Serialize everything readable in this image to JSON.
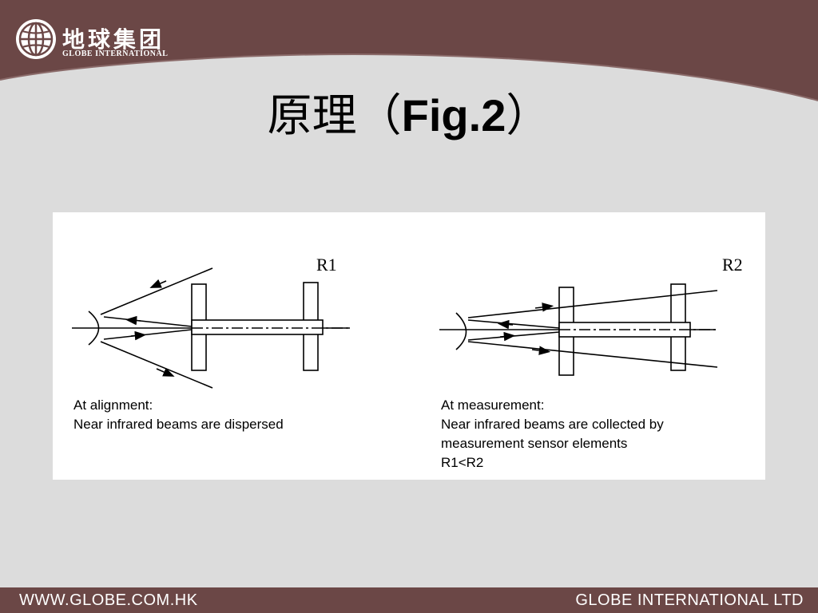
{
  "brand": {
    "name_cn": "地球集团",
    "name_en": "GLOBE INTERNATIONAL",
    "header_color": "#6b4746",
    "background_color": "#dcdcdc"
  },
  "slide": {
    "title_cn": "原理（",
    "title_fig": "Fig.2",
    "title_close": "）"
  },
  "diagram": {
    "left": {
      "label": "R1",
      "caption_lines": [
        "At alignment:",
        "Near infrared beams are dispersed"
      ]
    },
    "right": {
      "label": "R2",
      "caption_lines": [
        "At measurement:",
        "Near infrared beams are collected by",
        "measurement sensor elements",
        "R1<R2"
      ]
    }
  },
  "footer": {
    "website": "WWW.GLOBE.COM.HK",
    "company": "GLOBE INTERNATIONAL LTD"
  }
}
